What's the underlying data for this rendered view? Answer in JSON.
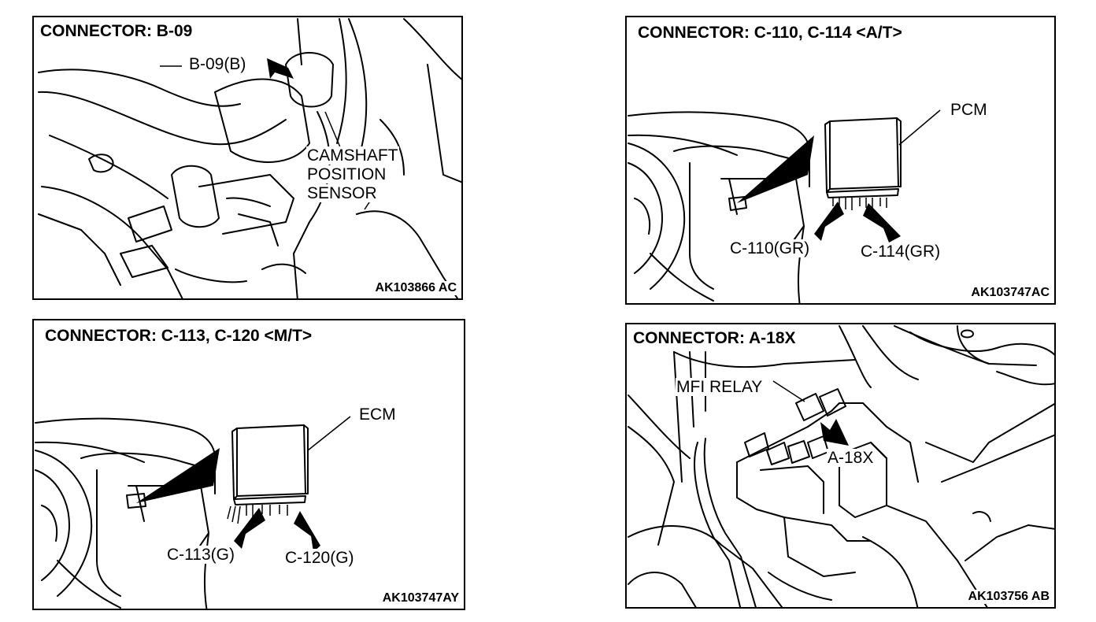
{
  "panels": [
    {
      "title": "CONNECTOR: B-09",
      "labels": {
        "connector": "B-09(B)",
        "sensor_line1": "CAMSHAFT",
        "sensor_line2": "POSITION",
        "sensor_line3": "SENSOR"
      },
      "code": "AK103866 AC"
    },
    {
      "title": "CONNECTOR: C-110, C-114 <A/T>",
      "labels": {
        "module": "PCM",
        "left_connector": "C-110(GR)",
        "right_connector": "C-114(GR)"
      },
      "code": "AK103747AC"
    },
    {
      "title": "CONNECTOR: C-113, C-120 <M/T>",
      "labels": {
        "module": "ECM",
        "left_connector": "C-113(G)",
        "right_connector": "C-120(G)"
      },
      "code": "AK103747AY"
    },
    {
      "title": "CONNECTOR: A-18X",
      "labels": {
        "relay": "MFI RELAY",
        "connector": "A-18X"
      },
      "code": "AK103756 AB"
    }
  ]
}
